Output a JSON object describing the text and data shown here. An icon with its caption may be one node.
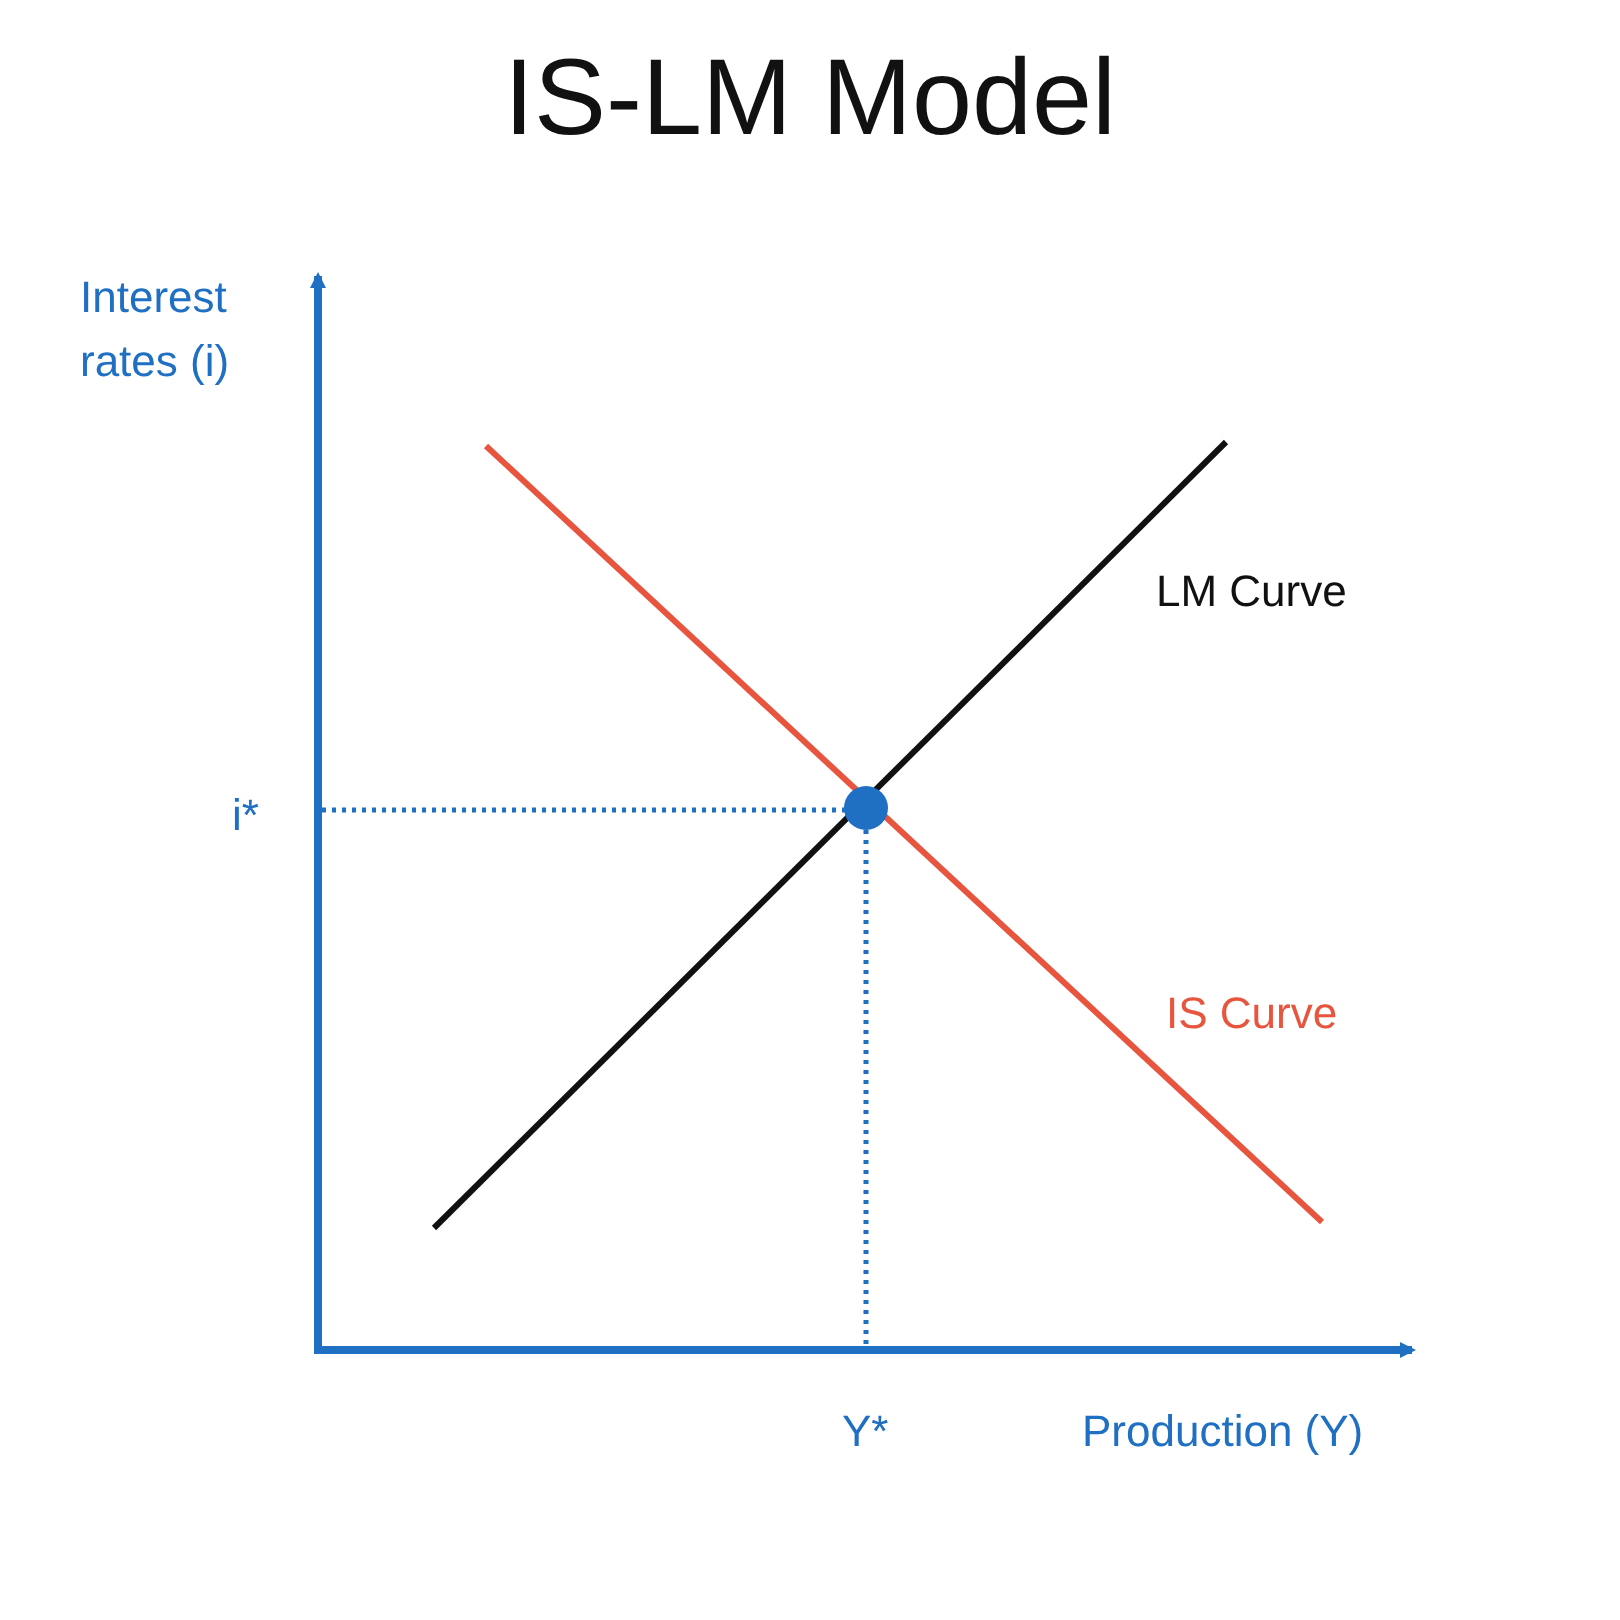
{
  "diagram": {
    "title": "IS-LM Model",
    "labels": [
      "Interest rates (i)",
      "LM Curve",
      "i*",
      "IS Curve",
      "Y*",
      "Production (Y)"
    ]
  }
}
